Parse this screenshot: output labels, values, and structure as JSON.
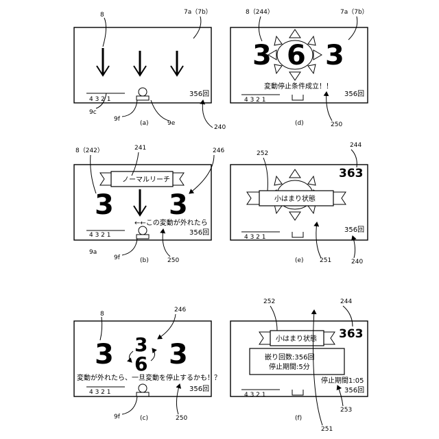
{
  "panels": {
    "a": {
      "caption": "(a)",
      "ref_screen": "7a（7b）",
      "ref_arrows": "8",
      "ref_9c": "9c",
      "ref_9f": "9f",
      "ref_9e": "9e",
      "ref_240": "240",
      "hold": "4  3  2  1",
      "counter": "356回"
    },
    "b": {
      "caption": "(b)",
      "ref_8": "8（242）",
      "ref_241": "241",
      "ref_246": "246",
      "ref_9a": "9a",
      "ref_9f": "9f",
      "ref_250": "250",
      "banner": "ノーマルリーチ",
      "digit_left": "3",
      "digit_right": "3",
      "note": "←←この変動が外れたら",
      "hold": "4  3  2  1",
      "counter": "356回"
    },
    "c": {
      "caption": "(c)",
      "ref_8": "8",
      "ref_246": "246",
      "ref_9f": "9f",
      "ref_250": "250",
      "digit_left": "3",
      "digit_mid_top": "3",
      "digit_mid_bottom": "6",
      "digit_right": "3",
      "message": "変動が外れたら、一旦変動を停止するかも！？",
      "hold": "4  3  2  1",
      "counter": "356回"
    },
    "d": {
      "caption": "(d)",
      "ref_8": "8（244）",
      "ref_screen": "7a（7b）",
      "ref_250": "250",
      "digit_left": "3",
      "digit_mid": "6",
      "digit_right": "3",
      "message": "変動停止条件成立！！",
      "hold": "4  3  2  1",
      "counter": "356回"
    },
    "e": {
      "caption": "(e)",
      "ref_252": "252",
      "ref_244": "244",
      "ref_251": "251",
      "ref_240": "240",
      "result": "363",
      "banner": "小はまり状態",
      "hold": "4  3  2  1",
      "counter": "356回"
    },
    "f": {
      "caption": "(f)",
      "ref_252": "252",
      "ref_244": "244",
      "ref_253": "253",
      "ref_251": "251",
      "result": "363",
      "banner": "小はまり状態",
      "box_line1": "嵌り回数:356回",
      "box_line2": "停止期間:5分",
      "timer": "停止期間1:05",
      "hold": "4  3  2  1",
      "counter": "356回"
    }
  }
}
